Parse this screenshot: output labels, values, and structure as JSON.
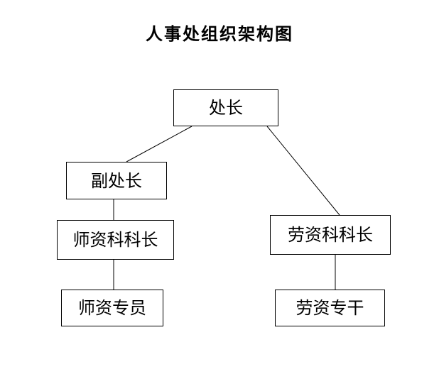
{
  "title": "人事处组织架构图",
  "nodes": {
    "head": "处长",
    "deputy": "副处长",
    "teacher_chief": "师资科科长",
    "labor_chief": "劳资科科长",
    "teacher_staff": "师资专员",
    "labor_staff": "劳资专干"
  },
  "edges": [
    {
      "from": "head",
      "to": "deputy"
    },
    {
      "from": "head",
      "to": "labor_chief"
    },
    {
      "from": "deputy",
      "to": "teacher_chief"
    },
    {
      "from": "teacher_chief",
      "to": "teacher_staff"
    },
    {
      "from": "labor_chief",
      "to": "labor_staff"
    }
  ],
  "colors": {
    "line": "#000000",
    "box_border": "#000000",
    "background": "#ffffff"
  }
}
